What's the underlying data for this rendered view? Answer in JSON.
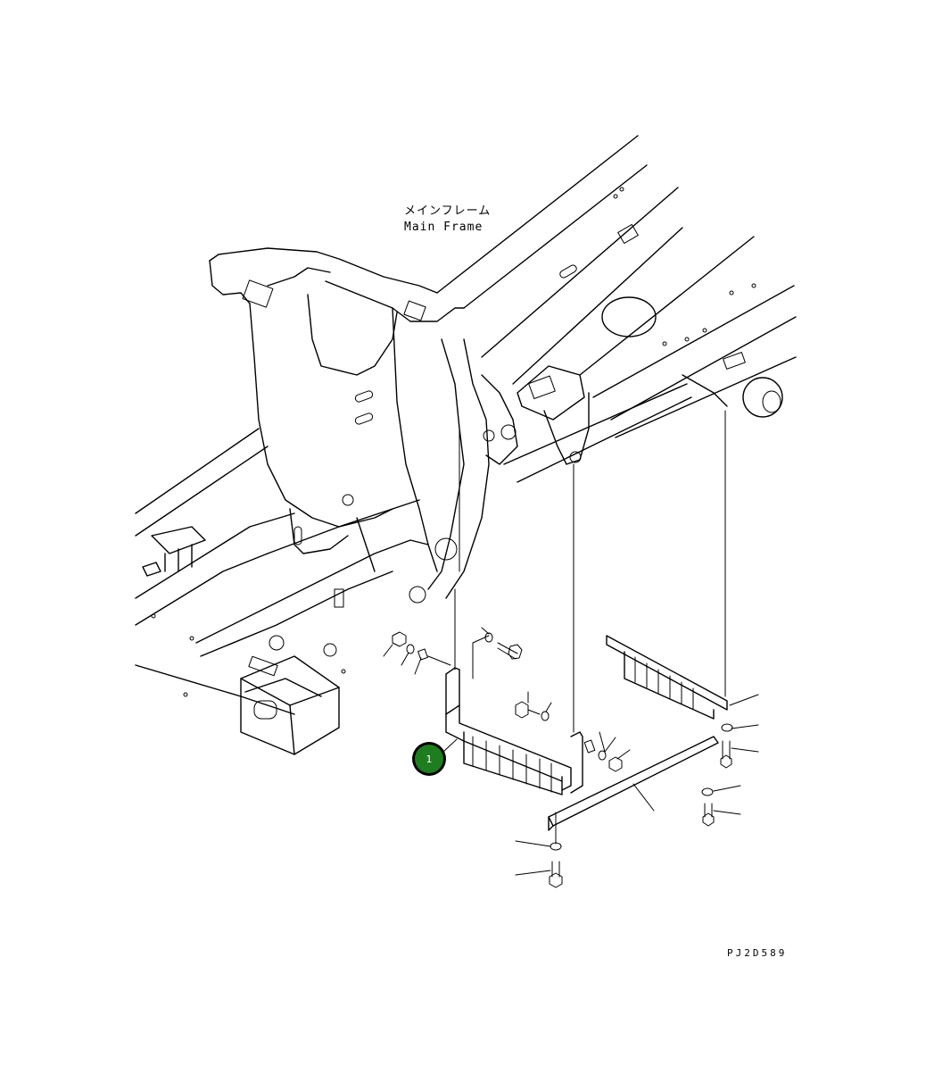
{
  "diagram": {
    "frame_label_jp": "メインフレーム",
    "frame_label_en": "Main Frame",
    "drawing_code": "PJ2D589",
    "callout": {
      "number": "1",
      "color": "#1e7d1e",
      "ring_color": "#000000"
    }
  }
}
